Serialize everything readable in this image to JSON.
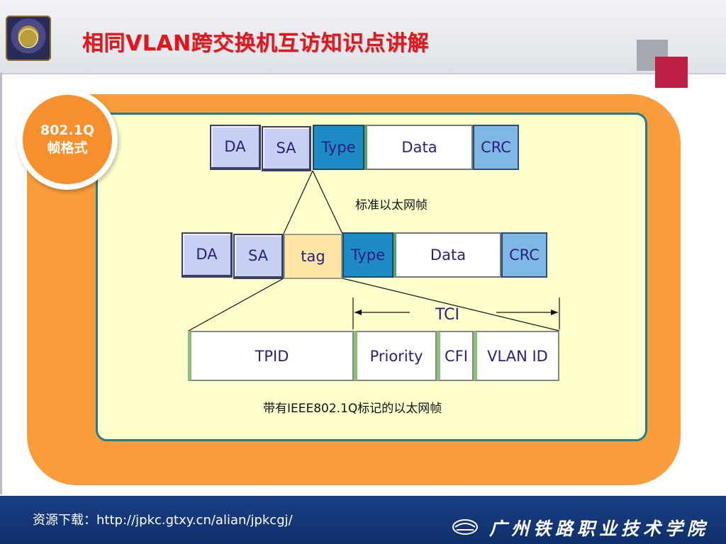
{
  "slide": {
    "title": "相同VLAN跨交换机互访知识点讲解",
    "badge": "802.1Q帧格式"
  },
  "frame_standard": {
    "cells": [
      "DA",
      "SA",
      "Type",
      "Data",
      "CRC"
    ],
    "caption": "标准以太网帧"
  },
  "frame_tagged": {
    "cells": [
      "DA",
      "SA",
      "tag",
      "Type",
      "Data",
      "CRC"
    ],
    "caption": "带有IEEE802.1Q标记的以太网帧"
  },
  "tag_detail": {
    "cells": [
      "TPID",
      "Priority",
      "CFI",
      "VLAN ID"
    ],
    "tci_label": "TCI"
  },
  "footer": {
    "link_text": "资源下载：http://jpkc.gtxy.cn/alian/jpkcgj/",
    "school": "广州铁路职业技术学院"
  },
  "colors": {
    "title": "#e2161b",
    "frame_orange": "#fa9d3a",
    "panel": "#ffffcc",
    "footer": "#1a3f86"
  }
}
